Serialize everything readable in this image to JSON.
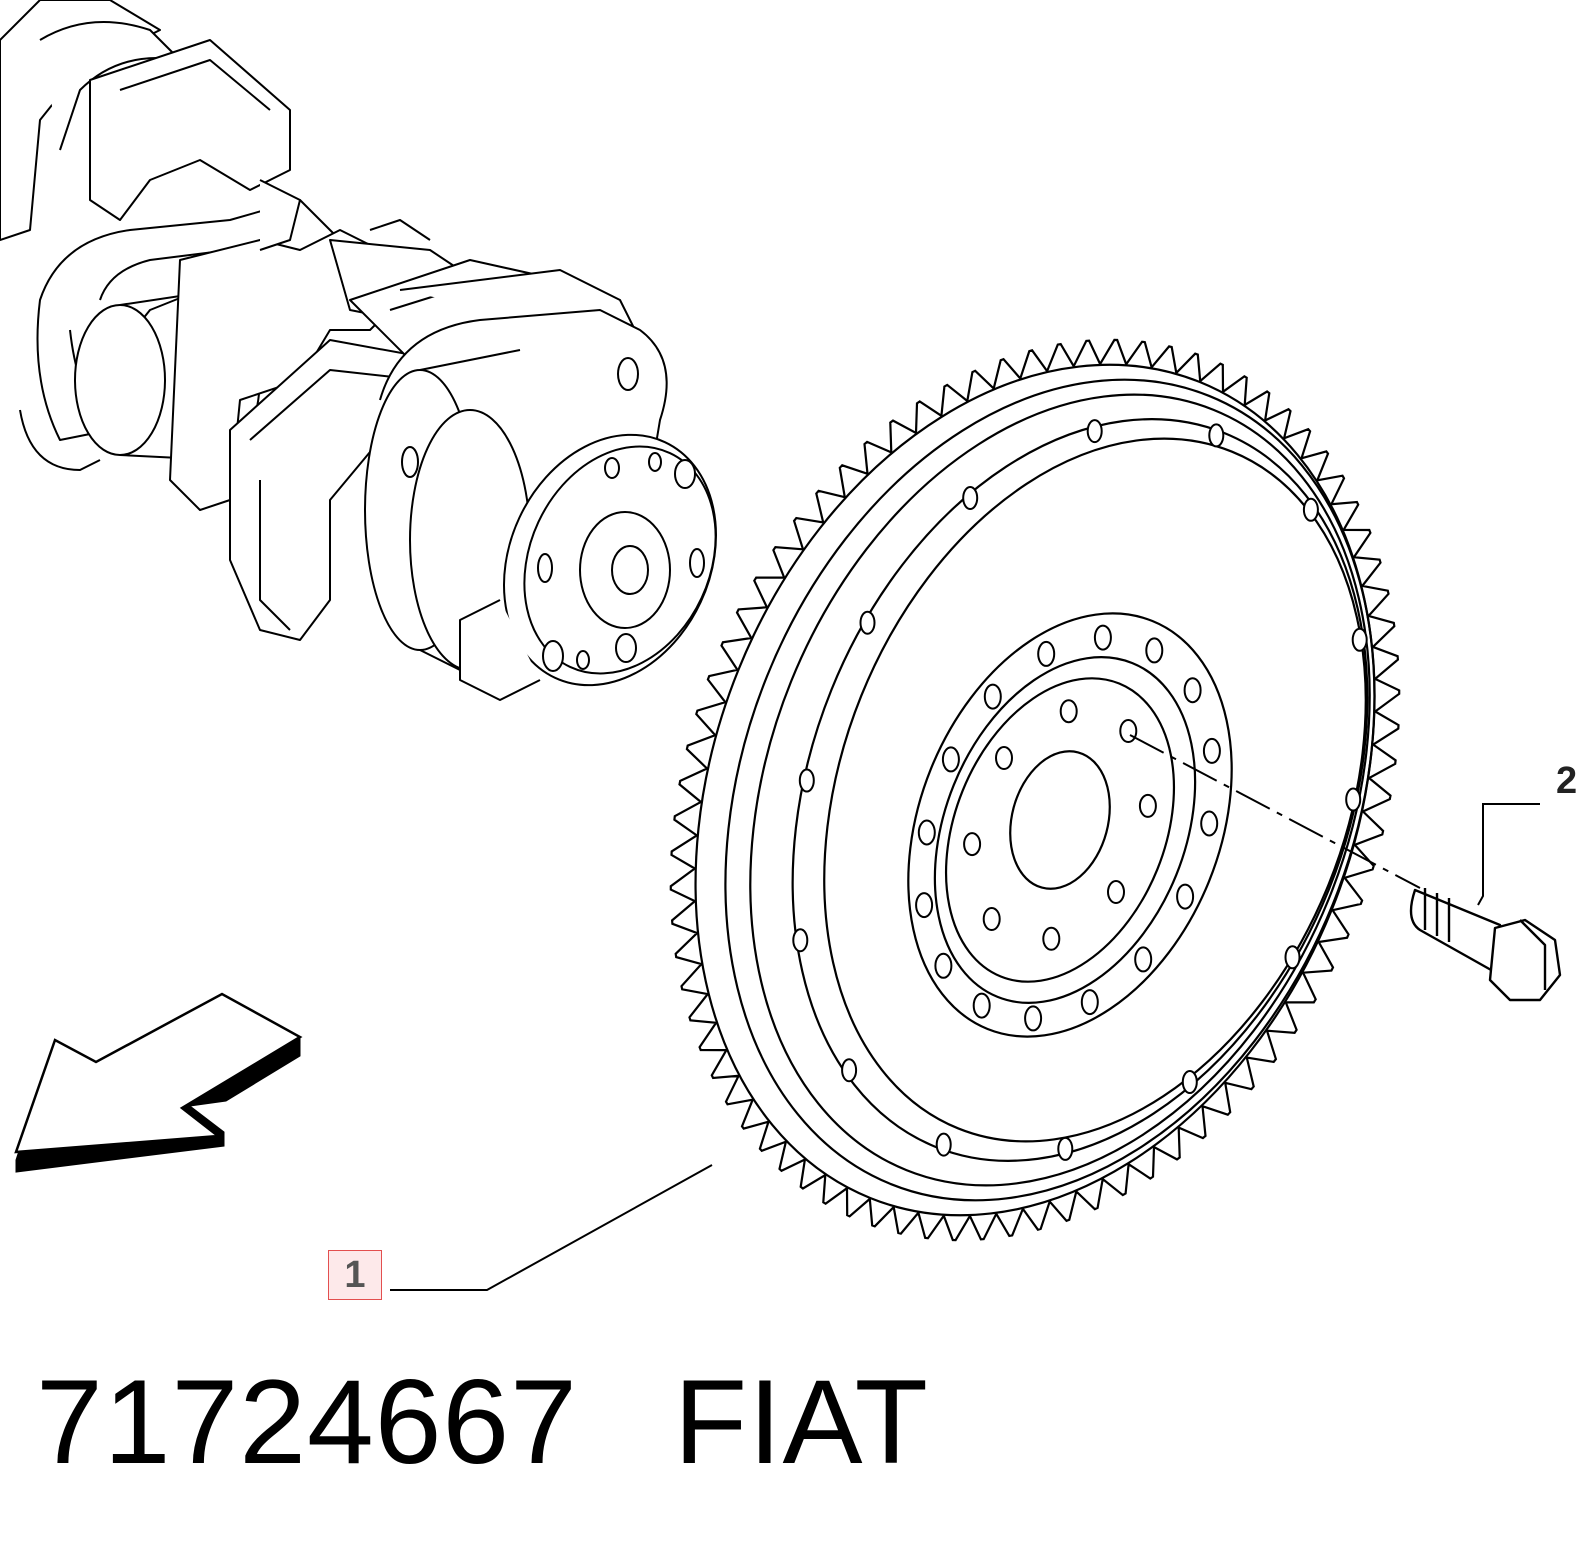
{
  "diagram": {
    "callouts": [
      {
        "label": "1"
      },
      {
        "label": "2"
      }
    ],
    "part_number": "71724667",
    "brand": "FIAT",
    "colors": {
      "line": "#000000",
      "callout_border": "#e34f4f",
      "callout_fill": "#fde9ea",
      "callout_text": "#555555"
    },
    "icons": [
      "crankshaft-drawing",
      "flywheel-drawing",
      "bolt-drawing",
      "direction-arrow"
    ]
  }
}
